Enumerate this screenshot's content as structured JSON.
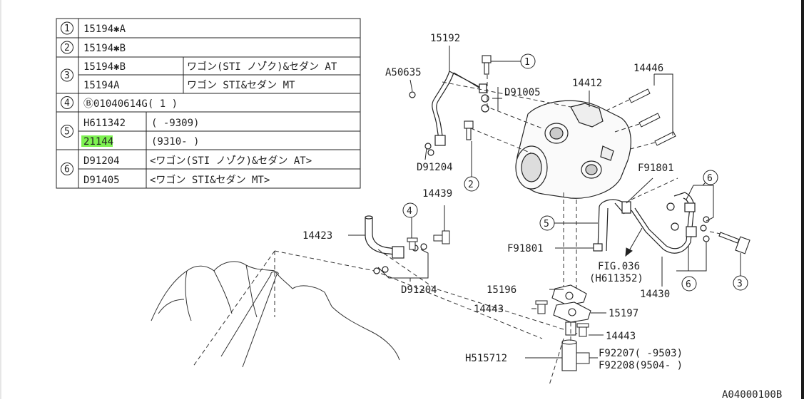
{
  "table": {
    "rows": [
      {
        "ref": "1",
        "part": "15194✱A",
        "note": ""
      },
      {
        "ref": "2",
        "part": "15194✱B",
        "note": ""
      },
      {
        "ref": "3",
        "part": "15194✱B",
        "note": "ワゴン(STI ノゾ゙ク)&セダン AT"
      },
      {
        "ref": "",
        "part": "15194A",
        "note": "ワゴン STI&セダン MT"
      },
      {
        "ref": "4",
        "part": "Ⓑ01040614G( 1 )",
        "note": ""
      },
      {
        "ref": "5",
        "part": "H611342",
        "note": "(      -9309)"
      },
      {
        "ref": "",
        "part": "21144",
        "note": "(9310-      )"
      },
      {
        "ref": "6",
        "part": "D91204",
        "note": "<ワゴン(STI ノゾ゙ク)&セダン AT>"
      },
      {
        "ref": "",
        "part": "D91405",
        "note": "<ワゴン STI&セダン MT>"
      }
    ]
  },
  "labels": {
    "p15192": "15192",
    "a50635": "A50635",
    "d91005": "D91005",
    "p14412": "14412",
    "p14446": "14446",
    "d91204_top": "D91204",
    "f91801_top": "F91801",
    "p14439": "14439",
    "p14423": "14423",
    "d91204_bottom": "D91204",
    "f91801_left": "F91801",
    "fig036": "FIG.036",
    "h611352": "(H611352)",
    "p14430": "14430",
    "p15196": "15196",
    "p14443_a": "14443",
    "p15197": "15197",
    "p14443_b": "14443",
    "h515712": "H515712",
    "f92207": "F92207(      -9503)",
    "f92208": "F92208(9504-      )",
    "diagram_id": "A04000100B"
  },
  "callouts": {
    "c1": "1",
    "c2": "2",
    "c3": "3",
    "c4": "4",
    "c5": "5",
    "c6a": "6",
    "c6b": "6"
  },
  "colors": {
    "line": "#222222",
    "highlight": "#66ee33"
  }
}
